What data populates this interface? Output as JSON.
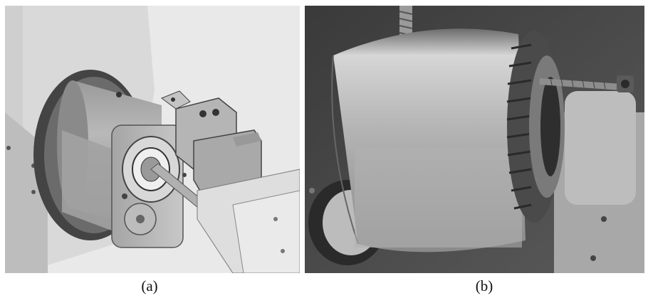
{
  "figure": {
    "panels": [
      {
        "id": "a",
        "label": "(a)",
        "kind": "cad-render"
      },
      {
        "id": "b",
        "label": "(b)",
        "kind": "photograph"
      }
    ]
  }
}
